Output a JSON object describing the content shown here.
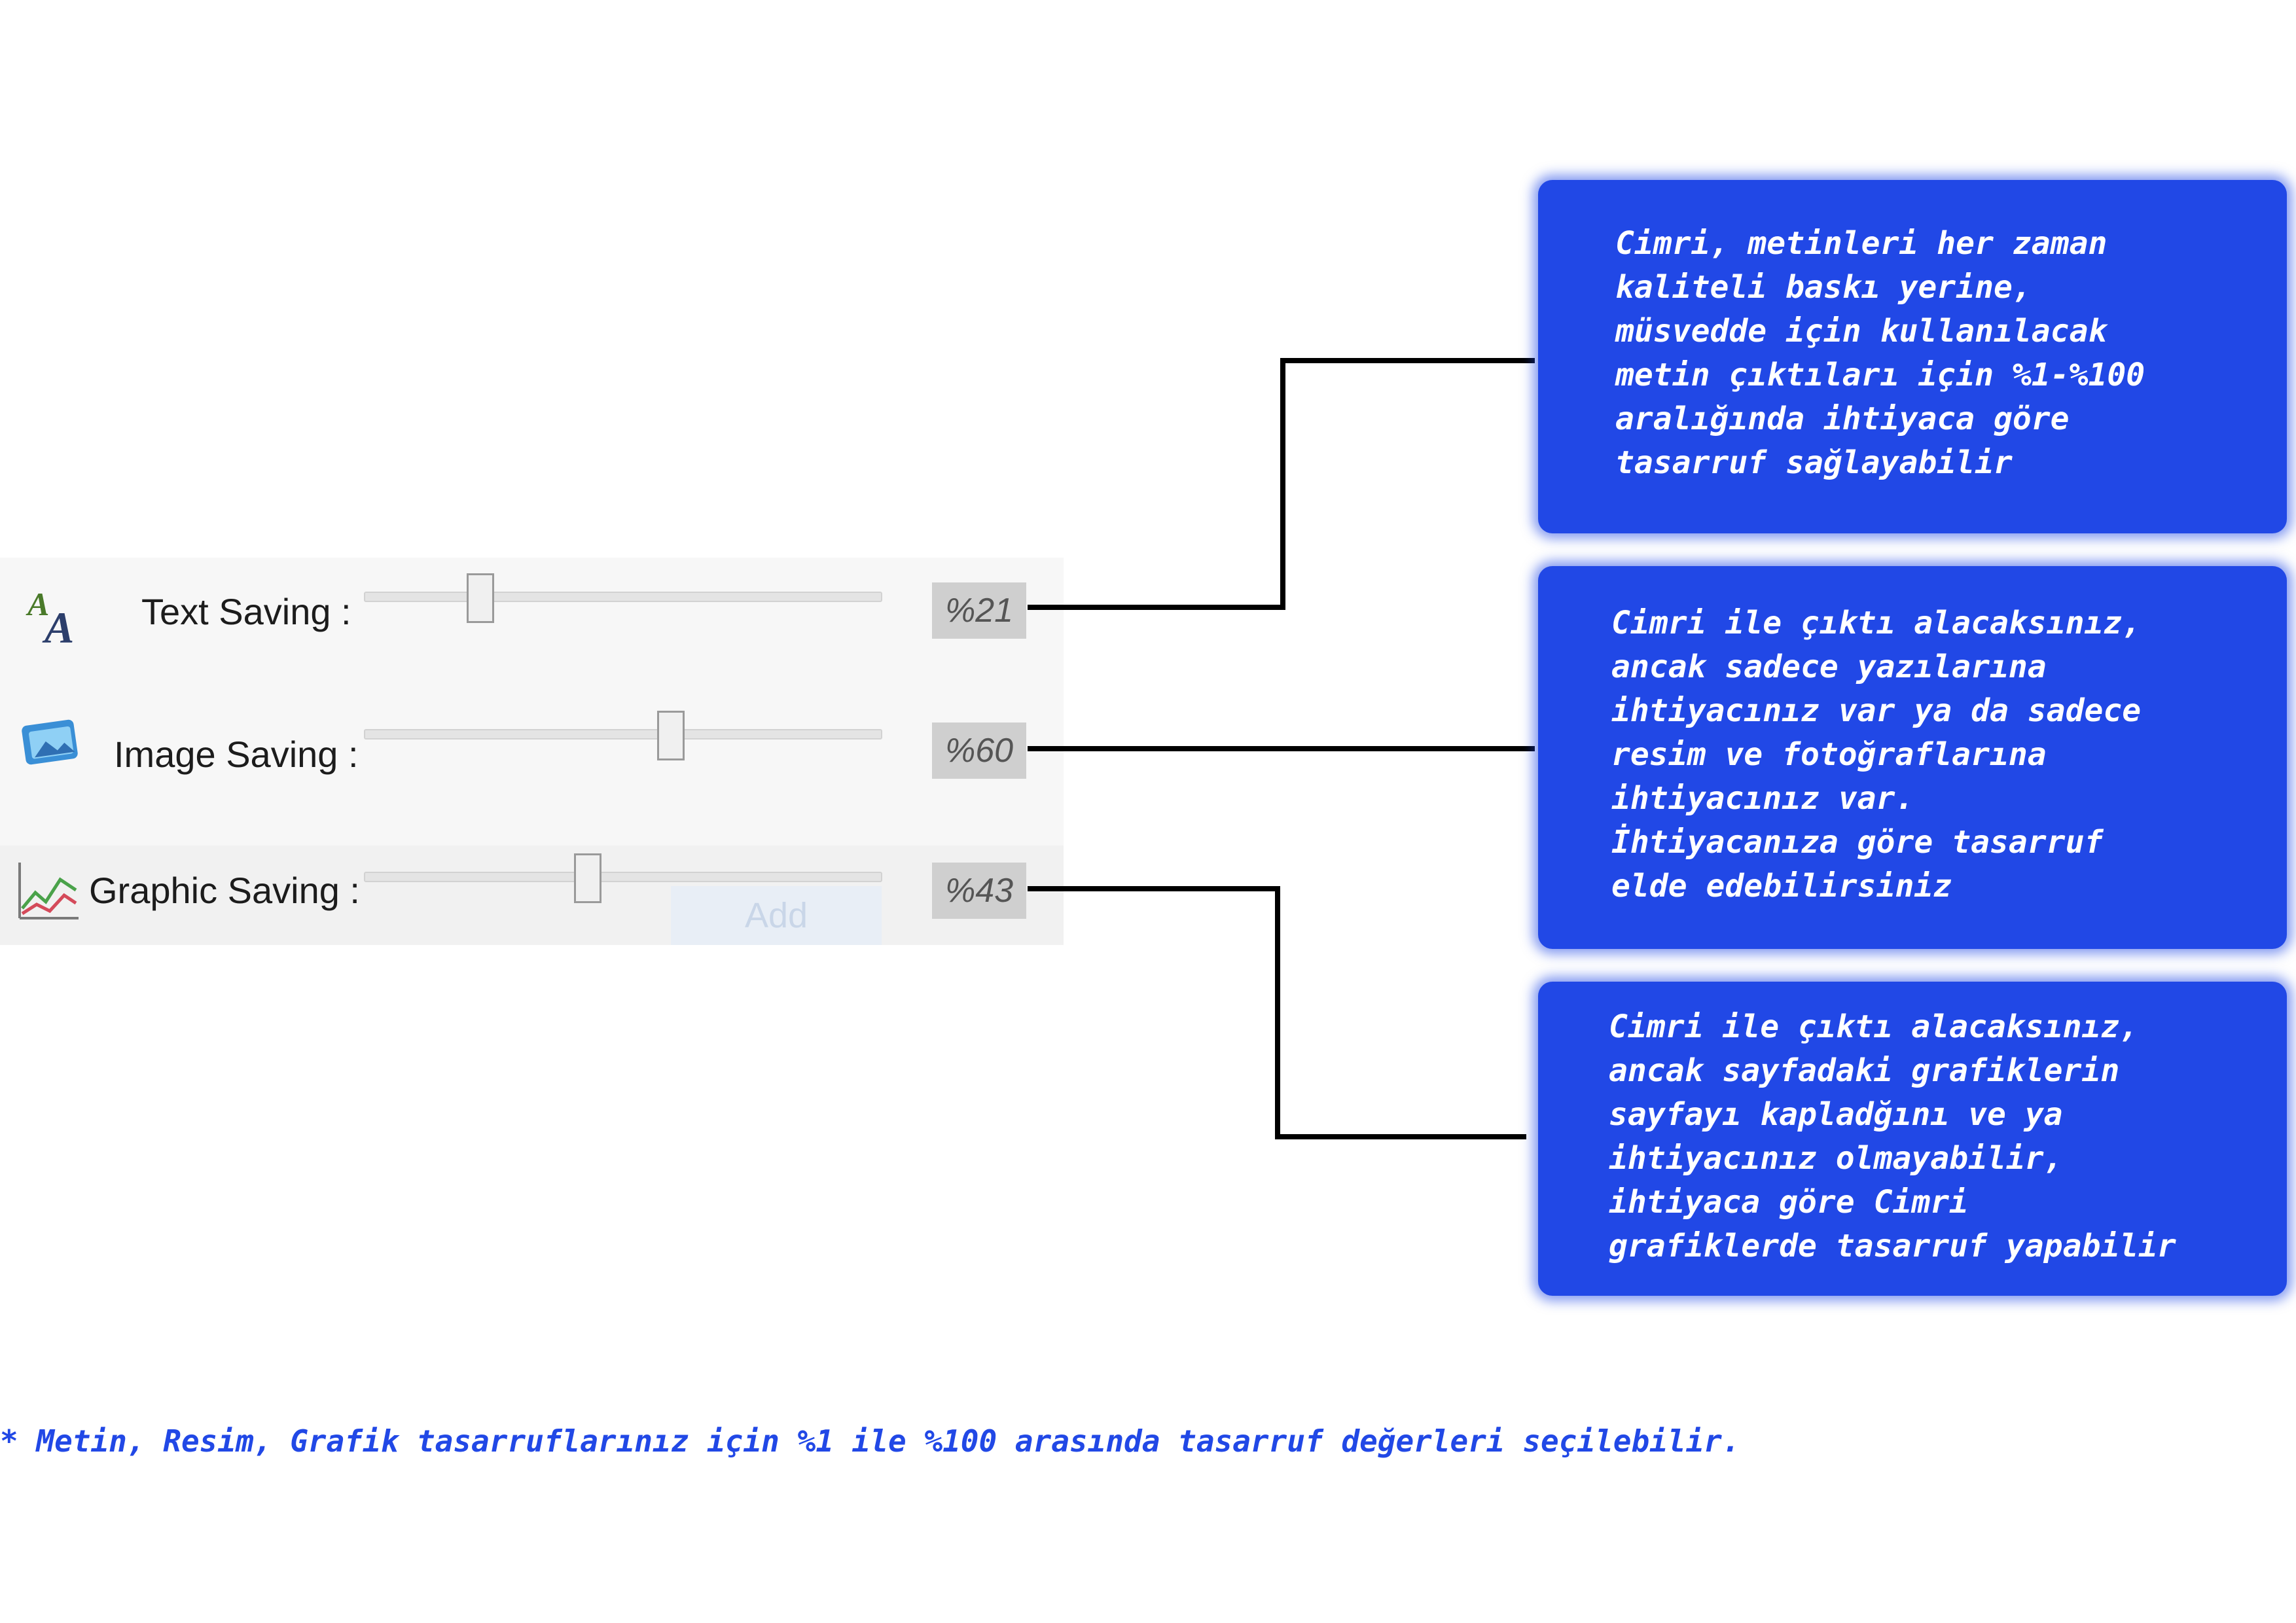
{
  "panel": {
    "rows": [
      {
        "label": "Text Saving :",
        "value_text": "%21",
        "slider_percent": 21,
        "icon": "text-font-icon"
      },
      {
        "label": "Image Saving :",
        "value_text": "%60",
        "slider_percent": 60,
        "icon": "image-photo-icon"
      },
      {
        "label": "Graphic Saving :",
        "value_text": "%43",
        "slider_percent": 43,
        "icon": "line-chart-icon"
      }
    ],
    "ghost_button_label": "Add"
  },
  "callouts": [
    {
      "text": "Cimri, metinleri her zaman\nkaliteli baskı yerine,\nmüsvedde için kullanılacak\nmetin çıktıları için %1-%100\naralığında ihtiyaca göre\ntasarruf sağlayabilir"
    },
    {
      "text": "Cimri ile çıktı alacaksınız,\nancak sadece yazılarına\nihtiyacınız var ya da sadece\nresim ve fotoğraflarına\nihtiyacınız var.\nİhtiyacanıza göre tasarruf\nelde edebilirsiniz"
    },
    {
      "text": "Cimri ile çıktı alacaksınız,\nancak sayfadaki grafiklerin\nsayfayı kapladğını ve ya\nihtiyacınız olmayabilir,\nihtiyaca göre Cimri\ngrafiklerde tasarruf yapabilir"
    }
  ],
  "footnote": "* Metin, Resim, Grafik tasarruflarınız için %1 ile %100 arasında tasarruf değerleri seçilebilir.",
  "colors": {
    "callout_bg": "#2148e6",
    "footnote_text": "#2148e6",
    "connector": "#000000"
  }
}
